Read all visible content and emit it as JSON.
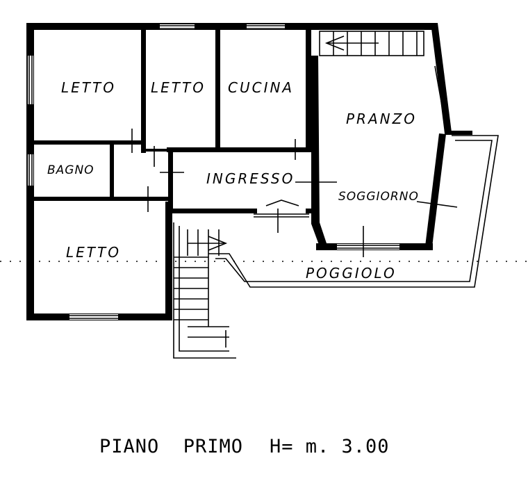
{
  "rooms": {
    "letto_1": "LETTO",
    "letto_2": "LETTO",
    "cucina": "CUCINA",
    "pranzo": "PRANZO",
    "bagno": "BAGNO",
    "ingresso": "INGRESSO",
    "soggiorno": "SOGGIORNO",
    "letto_3": "LETTO",
    "poggiolo": "POGGIOLO"
  },
  "caption": {
    "floor": "PIANO  PRIMO",
    "height": "H= m. 3.00"
  }
}
